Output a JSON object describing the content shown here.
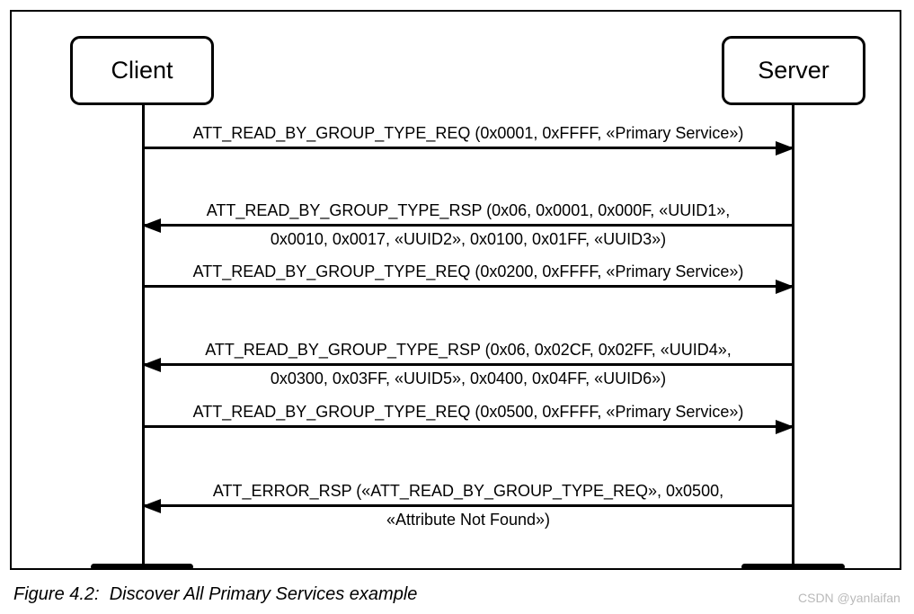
{
  "actors": {
    "client": "Client",
    "server": "Server"
  },
  "messages": [
    {
      "direction": "right",
      "line1": "ATT_READ_BY_GROUP_TYPE_REQ (0x0001, 0xFFFF, «Primary Service»)"
    },
    {
      "direction": "left",
      "line1": "ATT_READ_BY_GROUP_TYPE_RSP (0x06, 0x0001, 0x000F, «UUID1»,",
      "line2": "0x0010, 0x0017, «UUID2», 0x0100, 0x01FF, «UUID3»)"
    },
    {
      "direction": "right",
      "line1": "ATT_READ_BY_GROUP_TYPE_REQ (0x0200, 0xFFFF, «Primary Service»)"
    },
    {
      "direction": "left",
      "line1": "ATT_READ_BY_GROUP_TYPE_RSP (0x06, 0x02CF, 0x02FF, «UUID4»,",
      "line2": "0x0300, 0x03FF, «UUID5», 0x0400, 0x04FF, «UUID6»)"
    },
    {
      "direction": "right",
      "line1": "ATT_READ_BY_GROUP_TYPE_REQ (0x0500, 0xFFFF, «Primary Service»)"
    },
    {
      "direction": "left",
      "line1": "ATT_ERROR_RSP («ATT_READ_BY_GROUP_TYPE_REQ», 0x0500,",
      "line2": "«Attribute Not Found»)"
    }
  ],
  "caption": "Figure 4.2:  Discover All Primary Services example",
  "watermark": "CSDN @yanlaifan",
  "colors": {
    "line": "#000000",
    "background": "#ffffff",
    "watermark": "#b9b9b9"
  }
}
